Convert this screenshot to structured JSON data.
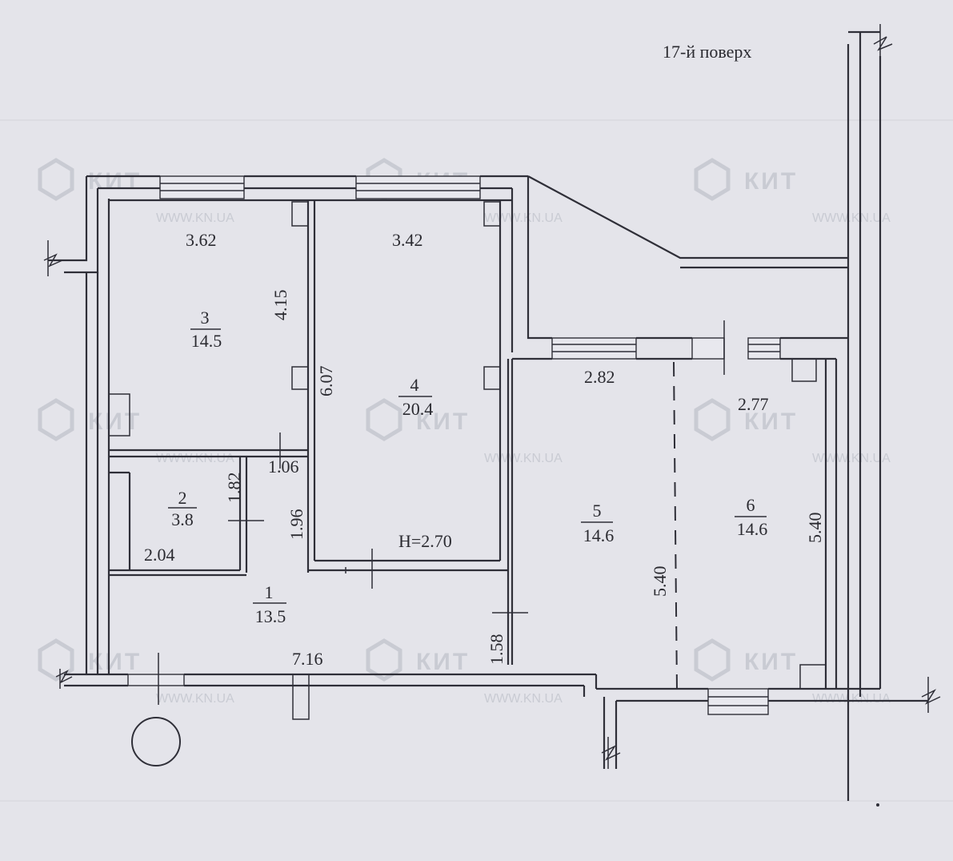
{
  "floor_title": "17-й поверх",
  "height_label": "H=2.70",
  "watermark": {
    "brand": "КИТ",
    "url": "WWW.KN.UA"
  },
  "rooms": [
    {
      "number": "1",
      "area": "13.5"
    },
    {
      "number": "2",
      "area": "3.8"
    },
    {
      "number": "3",
      "area": "14.5"
    },
    {
      "number": "4",
      "area": "20.4"
    },
    {
      "number": "5",
      "area": "14.6"
    },
    {
      "number": "6",
      "area": "14.6"
    }
  ],
  "dimensions": {
    "d_3_62": "3.62",
    "d_4_15": "4.15",
    "d_3_42": "3.42",
    "d_6_07": "6.07",
    "d_1_06": "1.06",
    "d_1_82": "1.82",
    "d_1_96": "1.96",
    "d_2_04": "2.04",
    "d_7_16": "7.16",
    "d_1_58": "1.58",
    "d_2_82": "2.82",
    "d_2_77": "2.77",
    "d_5_40_a": "5.40",
    "d_5_40_b": "5.40"
  }
}
